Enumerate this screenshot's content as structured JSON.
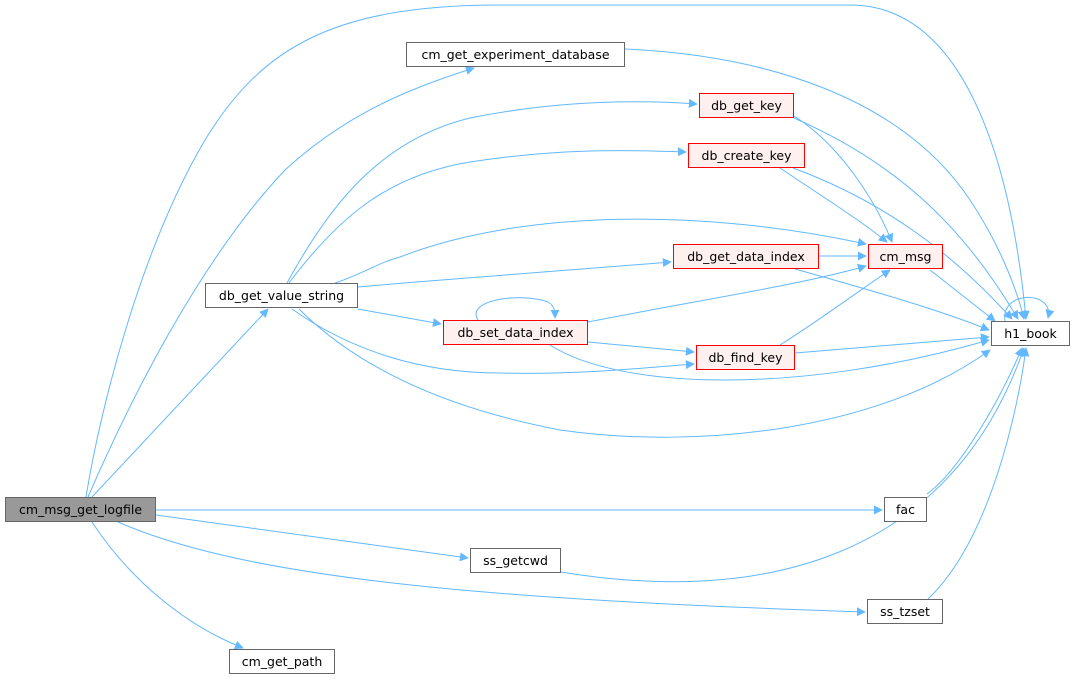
{
  "graph": {
    "nodes": [
      {
        "id": "cm_msg_get_logfile",
        "label": "cm_msg_get_logfile",
        "style": "focus"
      },
      {
        "id": "cm_get_experiment_database",
        "label": "cm_get_experiment_database",
        "style": "plain"
      },
      {
        "id": "db_get_value_string",
        "label": "db_get_value_string",
        "style": "plain"
      },
      {
        "id": "db_get_key",
        "label": "db_get_key",
        "style": "red"
      },
      {
        "id": "db_create_key",
        "label": "db_create_key",
        "style": "red"
      },
      {
        "id": "db_get_data_index",
        "label": "db_get_data_index",
        "style": "red"
      },
      {
        "id": "cm_msg",
        "label": "cm_msg",
        "style": "red"
      },
      {
        "id": "db_set_data_index",
        "label": "db_set_data_index",
        "style": "red"
      },
      {
        "id": "db_find_key",
        "label": "db_find_key",
        "style": "red"
      },
      {
        "id": "h1_book",
        "label": "h1_book",
        "style": "plain"
      },
      {
        "id": "fac",
        "label": "fac",
        "style": "plain"
      },
      {
        "id": "ss_getcwd",
        "label": "ss_getcwd",
        "style": "plain"
      },
      {
        "id": "ss_tzset",
        "label": "ss_tzset",
        "style": "plain"
      },
      {
        "id": "cm_get_path",
        "label": "cm_get_path",
        "style": "plain"
      }
    ],
    "edges": [
      {
        "from": "cm_msg_get_logfile",
        "to": "h1_book"
      },
      {
        "from": "cm_msg_get_logfile",
        "to": "cm_get_experiment_database"
      },
      {
        "from": "cm_msg_get_logfile",
        "to": "db_get_value_string"
      },
      {
        "from": "cm_msg_get_logfile",
        "to": "fac"
      },
      {
        "from": "cm_msg_get_logfile",
        "to": "ss_getcwd"
      },
      {
        "from": "cm_msg_get_logfile",
        "to": "ss_tzset"
      },
      {
        "from": "cm_msg_get_logfile",
        "to": "cm_get_path"
      },
      {
        "from": "cm_get_experiment_database",
        "to": "h1_book"
      },
      {
        "from": "db_get_value_string",
        "to": "db_get_key"
      },
      {
        "from": "db_get_value_string",
        "to": "db_create_key"
      },
      {
        "from": "db_get_value_string",
        "to": "cm_msg"
      },
      {
        "from": "db_get_value_string",
        "to": "db_get_data_index"
      },
      {
        "from": "db_get_value_string",
        "to": "db_set_data_index"
      },
      {
        "from": "db_get_value_string",
        "to": "db_find_key"
      },
      {
        "from": "db_get_value_string",
        "to": "h1_book"
      },
      {
        "from": "db_get_key",
        "to": "cm_msg"
      },
      {
        "from": "db_get_key",
        "to": "h1_book"
      },
      {
        "from": "db_create_key",
        "to": "cm_msg"
      },
      {
        "from": "db_create_key",
        "to": "h1_book"
      },
      {
        "from": "db_get_data_index",
        "to": "cm_msg"
      },
      {
        "from": "db_get_data_index",
        "to": "h1_book"
      },
      {
        "from": "db_set_data_index",
        "to": "db_set_data_index"
      },
      {
        "from": "db_set_data_index",
        "to": "cm_msg"
      },
      {
        "from": "db_set_data_index",
        "to": "db_find_key"
      },
      {
        "from": "db_set_data_index",
        "to": "h1_book"
      },
      {
        "from": "db_find_key",
        "to": "cm_msg"
      },
      {
        "from": "db_find_key",
        "to": "h1_book"
      },
      {
        "from": "cm_msg",
        "to": "h1_book"
      },
      {
        "from": "h1_book",
        "to": "h1_book"
      },
      {
        "from": "fac",
        "to": "h1_book"
      },
      {
        "from": "ss_getcwd",
        "to": "h1_book"
      },
      {
        "from": "ss_tzset",
        "to": "h1_book"
      }
    ],
    "colors": {
      "edge": "#63b8ff",
      "node_border": "#666666",
      "red_border": "#ff0000",
      "red_fill": "#fff0f0",
      "focus_fill": "#999999"
    }
  }
}
